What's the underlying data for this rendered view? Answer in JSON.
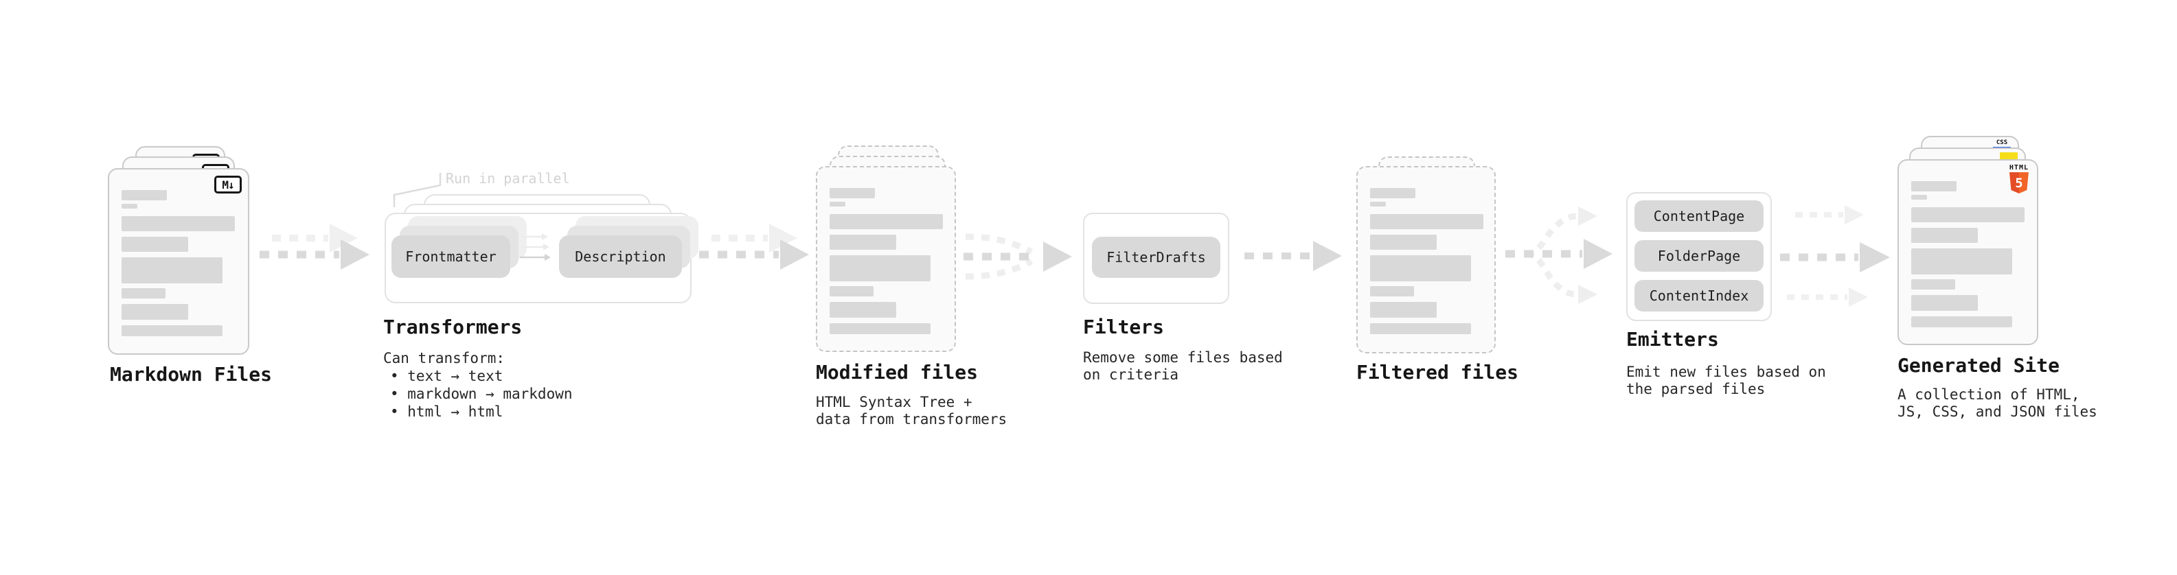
{
  "colors": {
    "html5_orange": "#e44d26",
    "js_yellow": "#f5de19",
    "css_blue": "#2862e9",
    "card_border_gray": "#c9c9c9",
    "bar_gray": "#d9d9d9",
    "arrow_gray": "#dadada",
    "arrow_light_gray": "#efefef"
  },
  "stages": {
    "markdown_files": {
      "title": "Markdown Files",
      "badge": "M↓"
    },
    "transformers": {
      "title": "Transformers",
      "callout": "Run in parallel",
      "pill_left": "Frontmatter",
      "pill_right": "Description",
      "caption_heading": "Can transform:",
      "bullets": [
        "• text → text",
        "• markdown → markdown",
        "• html → html"
      ]
    },
    "modified_files": {
      "title": "Modified files",
      "caption": [
        "HTML Syntax Tree +",
        "data from transformers"
      ]
    },
    "filters": {
      "title": "Filters",
      "pill": "FilterDrafts",
      "caption": [
        "Remove some files based",
        "on criteria"
      ]
    },
    "filtered_files": {
      "title": "Filtered files"
    },
    "emitters": {
      "title": "Emitters",
      "pills": [
        "ContentPage",
        "FolderPage",
        "ContentIndex"
      ],
      "caption": [
        "Emit new files based on",
        "the parsed files"
      ]
    },
    "generated_site": {
      "title": "Generated Site",
      "caption": [
        "A collection of HTML,",
        "JS, CSS, and JSON files"
      ],
      "badge_css": "CSS",
      "badge_html_label": "HTML",
      "badge_html_number": "5"
    }
  }
}
